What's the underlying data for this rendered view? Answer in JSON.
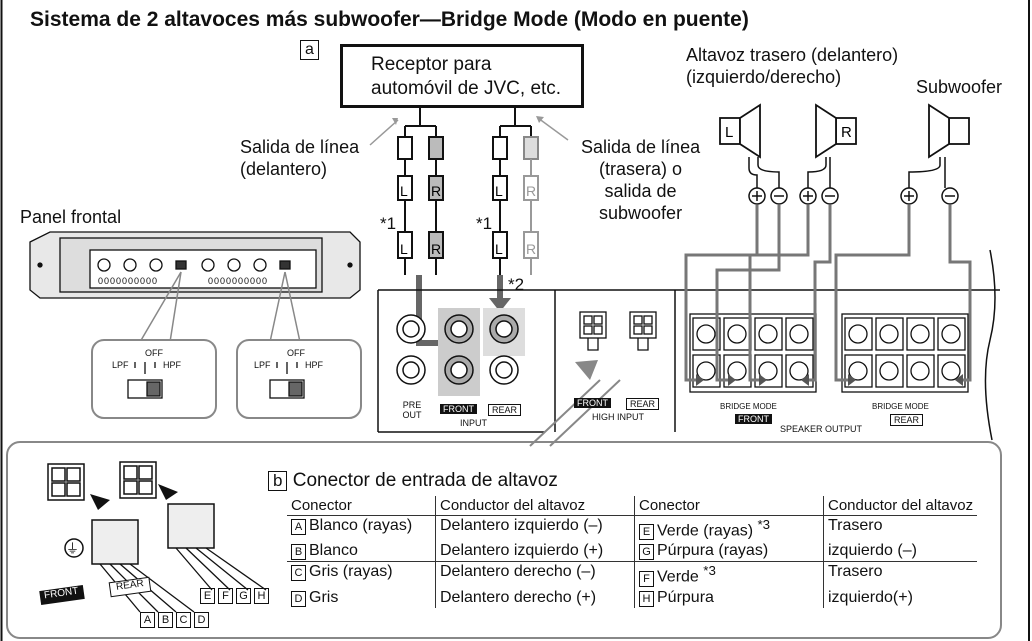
{
  "title": "Sistema de 2 altavoces más subwoofer—Bridge Mode (Modo en puente)",
  "label_a": "a",
  "label_b": "b",
  "receiver": {
    "line1": "Receptor para",
    "line2": "automóvil de JVC, etc."
  },
  "line_out_front": {
    "line1": "Salida de línea",
    "line2": "(delantero)"
  },
  "line_out_rear": {
    "line1": "Salida de línea",
    "line2": "(trasera) o",
    "line3": "salida de",
    "line4": "subwoofer"
  },
  "rear_speaker": {
    "line1": "Altavoz trasero (delantero)",
    "line2": "(izquierdo/derecho)"
  },
  "subwoofer": "Subwoofer",
  "front_panel": "Panel frontal",
  "footnote_1": "*1",
  "footnote_2": "*2",
  "footnote_3": "*3",
  "switch": {
    "off": "OFF",
    "lpf": "LPF",
    "hpf": "HPF"
  },
  "amp": {
    "pre_out": "PRE OUT",
    "input": "INPUT",
    "front": "FRONT",
    "rear": "REAR",
    "high_input": "HIGH INPUT",
    "bridge_mode": "BRIDGE MODE",
    "speaker_output": "SPEAKER OUTPUT",
    "L": "L",
    "R": "R"
  },
  "connector_title": "Conector de entrada de altavoz",
  "connector_table": {
    "headers": [
      "Conector",
      "Conductor del altavoz",
      "Conector",
      "Conductor del altavoz"
    ],
    "rows": [
      {
        "k1": "A",
        "c1": "Blanco (rayas)",
        "d1": "Delantero izquierdo (–)",
        "k2": "E",
        "c2": "Verde (rayas)",
        "d2a": "Trasero",
        "d2b": "izquierdo (–)"
      },
      {
        "k1": "B",
        "c1": "Blanco",
        "d1": "Delantero izquierdo (+)",
        "k2": "G",
        "c2": "Púrpura (rayas)"
      },
      {
        "k1": "C",
        "c1": "Gris (rayas)",
        "d1": "Delantero derecho (–)",
        "k2": "F",
        "c2": "Verde",
        "d2a": "Trasero",
        "d2b": "izquierdo(+)"
      },
      {
        "k1": "D",
        "c1": "Gris",
        "d1": "Delantero derecho (+)",
        "k2": "H",
        "c2": "Púrpura"
      }
    ]
  },
  "plug_front": "FRONT",
  "plug_rear": "REAR",
  "wire_letters_left": [
    "A",
    "B",
    "C",
    "D"
  ],
  "wire_letters_right": [
    "E",
    "F",
    "G",
    "H"
  ],
  "ground_symbol": "⏚",
  "panel_digits": "0000000000"
}
